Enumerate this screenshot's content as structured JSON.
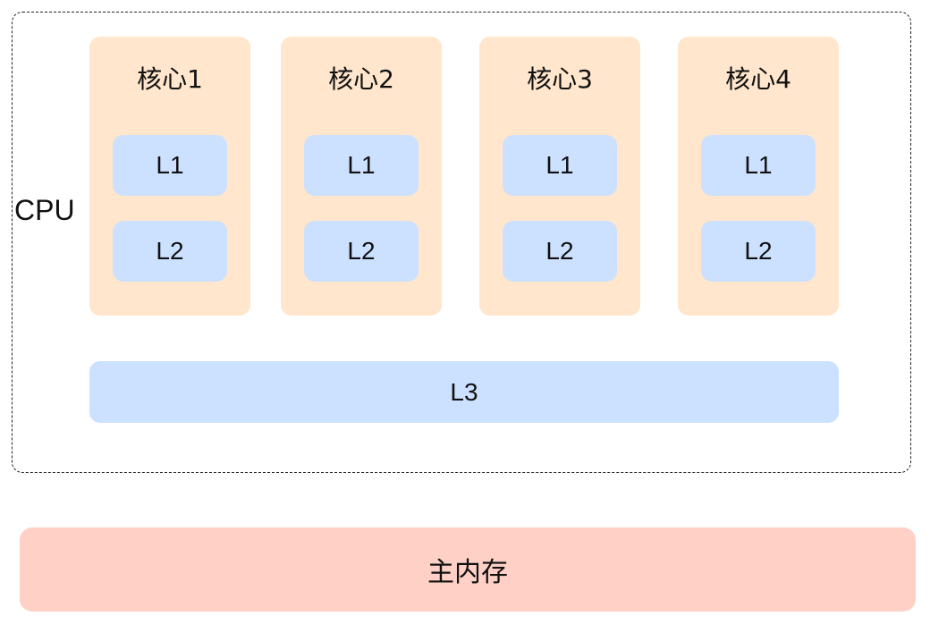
{
  "colors": {
    "core_fill": "#ffe6cc",
    "cache_fill": "#cce0ff",
    "memory_fill": "#ffd0c6",
    "border": "#222222"
  },
  "cpu": {
    "label": "CPU",
    "cores": [
      {
        "title": "核心1",
        "l1": "L1",
        "l2": "L2"
      },
      {
        "title": "核心2",
        "l1": "L1",
        "l2": "L2"
      },
      {
        "title": "核心3",
        "l1": "L1",
        "l2": "L2"
      },
      {
        "title": "核心4",
        "l1": "L1",
        "l2": "L2"
      }
    ],
    "shared_cache": "L3"
  },
  "memory": {
    "label": "主内存"
  }
}
